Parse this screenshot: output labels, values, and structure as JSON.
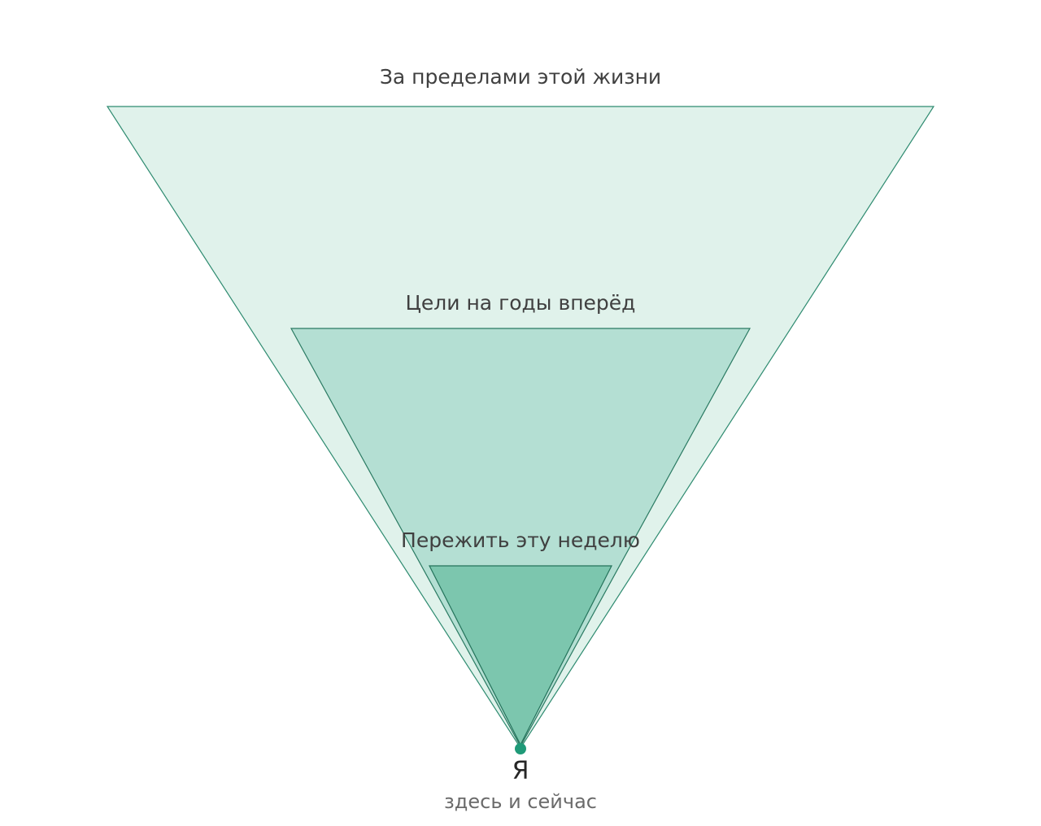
{
  "tiers": [
    {
      "label": "За пределами этой жизни",
      "fill": "#e0f2eb",
      "stroke": "#2e8b70"
    },
    {
      "label": "Цели на годы вперёд",
      "fill": "#b4dfd3",
      "stroke": "#2a7a62"
    },
    {
      "label": "Пережить эту неделю",
      "fill": "#7cc6ae",
      "stroke": "#23725a"
    }
  ],
  "center": {
    "label": "Я",
    "sublabel": "здесь и сейчас",
    "dot_color": "#1f9a78"
  },
  "colors": {
    "label_text": "#404040",
    "center_text": "#262626",
    "sub_text": "#6a6a6a"
  }
}
